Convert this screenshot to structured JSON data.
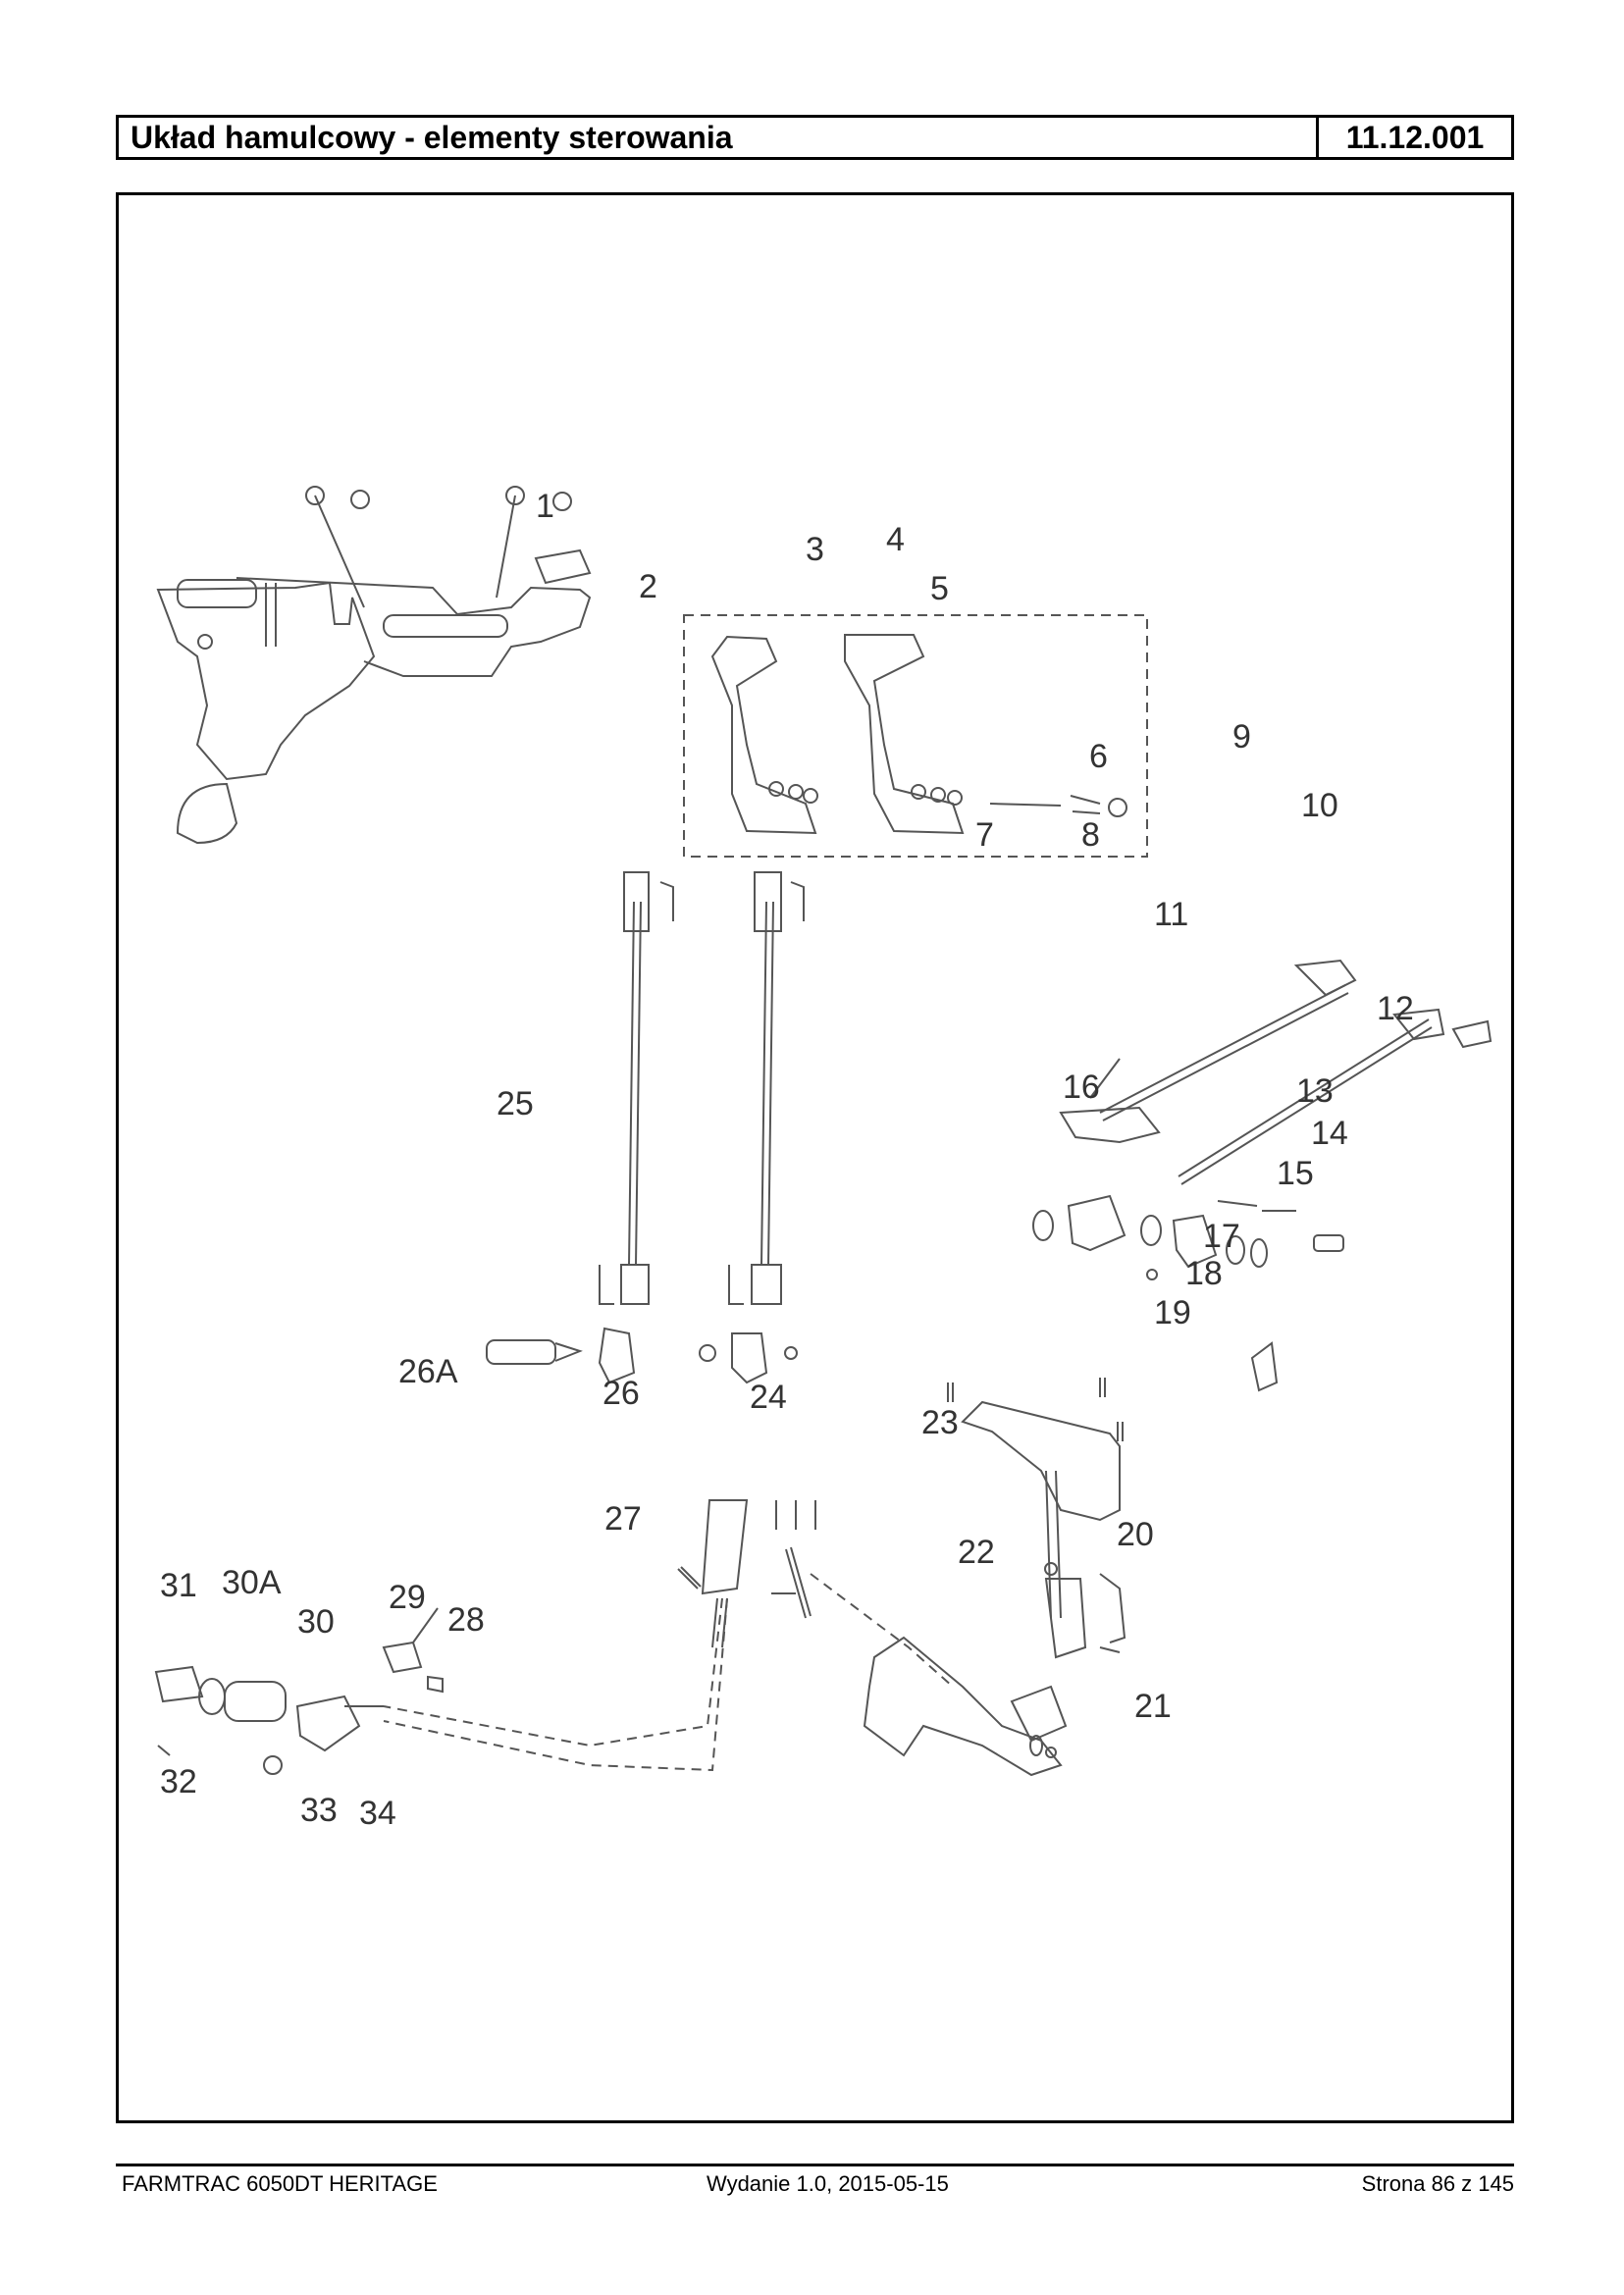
{
  "header": {
    "title": "Układ hamulcowy - elementy sterowania",
    "code": "11.12.001"
  },
  "diagram": {
    "callouts": [
      "1",
      "2",
      "3",
      "4",
      "5",
      "6",
      "7",
      "8",
      "9",
      "10",
      "11",
      "12",
      "13",
      "14",
      "15",
      "16",
      "17",
      "18",
      "19",
      "20",
      "21",
      "22",
      "23",
      "24",
      "25",
      "26",
      "26A",
      "27",
      "28",
      "29",
      "30",
      "30A",
      "31",
      "32",
      "33",
      "34"
    ]
  },
  "footer": {
    "model": "FARMTRAC 6050DT HERITAGE",
    "edition": "Wydanie 1.0,  2015-05-15",
    "page": "Strona 86 z 145"
  }
}
